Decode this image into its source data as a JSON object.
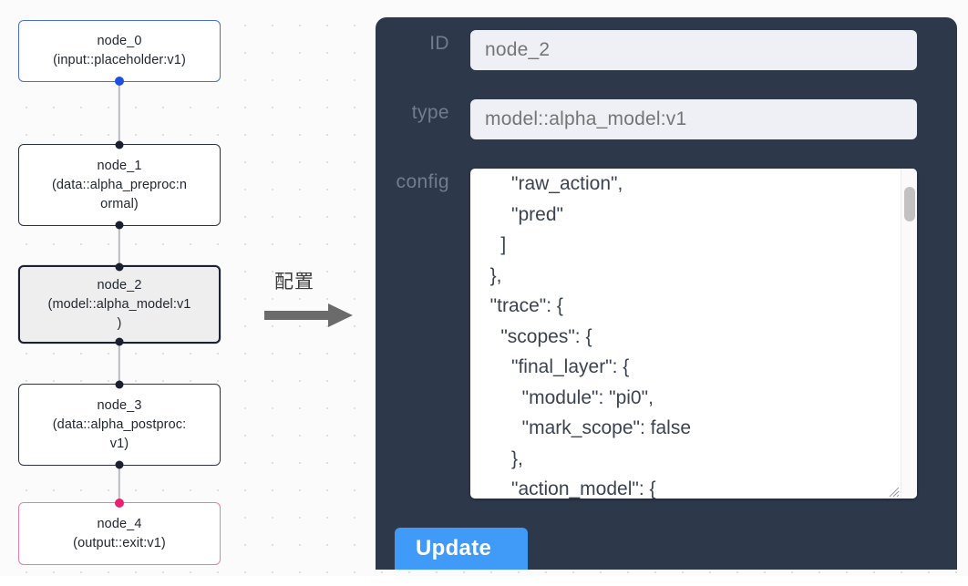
{
  "canvas": {
    "nodes": [
      {
        "id": "node_0",
        "label": "node_0\n(input::placeholder:v1)",
        "kind": "input",
        "state": "normal"
      },
      {
        "id": "node_1",
        "label": "node_1\n(data::alpha_preproc:normal)",
        "kind": "data",
        "state": "normal"
      },
      {
        "id": "node_2",
        "label": "node_2\n(model::alpha_model:v1)",
        "kind": "model",
        "state": "selected"
      },
      {
        "id": "node_3",
        "label": "node_3\n(data::alpha_postproc:v1)",
        "kind": "data",
        "state": "normal"
      },
      {
        "id": "node_4",
        "label": "node_4\n(output::exit:v1)",
        "kind": "output",
        "state": "normal"
      }
    ],
    "colors": {
      "input_border": "#4a6fd2",
      "output_border": "#e47fb0",
      "selected_border": "#1c2231",
      "default_border": "#2b3245",
      "handle": "#1b2030",
      "handle_input": "#1f4fe0",
      "handle_output": "#ec1f72",
      "edge": "#b9bcc2",
      "canvas_bg": "#fbfbfc",
      "dot_grid": "#d3d5da"
    }
  },
  "annotation": {
    "label": "配置",
    "arrow_icon": "right-arrow-icon",
    "arrow_color": "#6b6b6b"
  },
  "panel": {
    "background": "#2e384b",
    "fields": [
      {
        "label": "ID",
        "value": "node_2",
        "placeholder": "node_2"
      },
      {
        "label": "type",
        "value": "model::alpha_model:v1",
        "placeholder": "model::alpha_model:v1"
      }
    ],
    "config": {
      "label": "config",
      "value": "      \"raw_action\",\n      \"pred\"\n    ]\n  },\n  \"trace\": {\n    \"scopes\": {\n      \"final_layer\": {\n        \"module\": \"pi0\",\n        \"mark_scope\": false\n      },\n      \"action_model\": {",
      "scroll_position": "middle"
    },
    "update_button": {
      "label": "Update",
      "color": "#3f9bf7"
    }
  }
}
